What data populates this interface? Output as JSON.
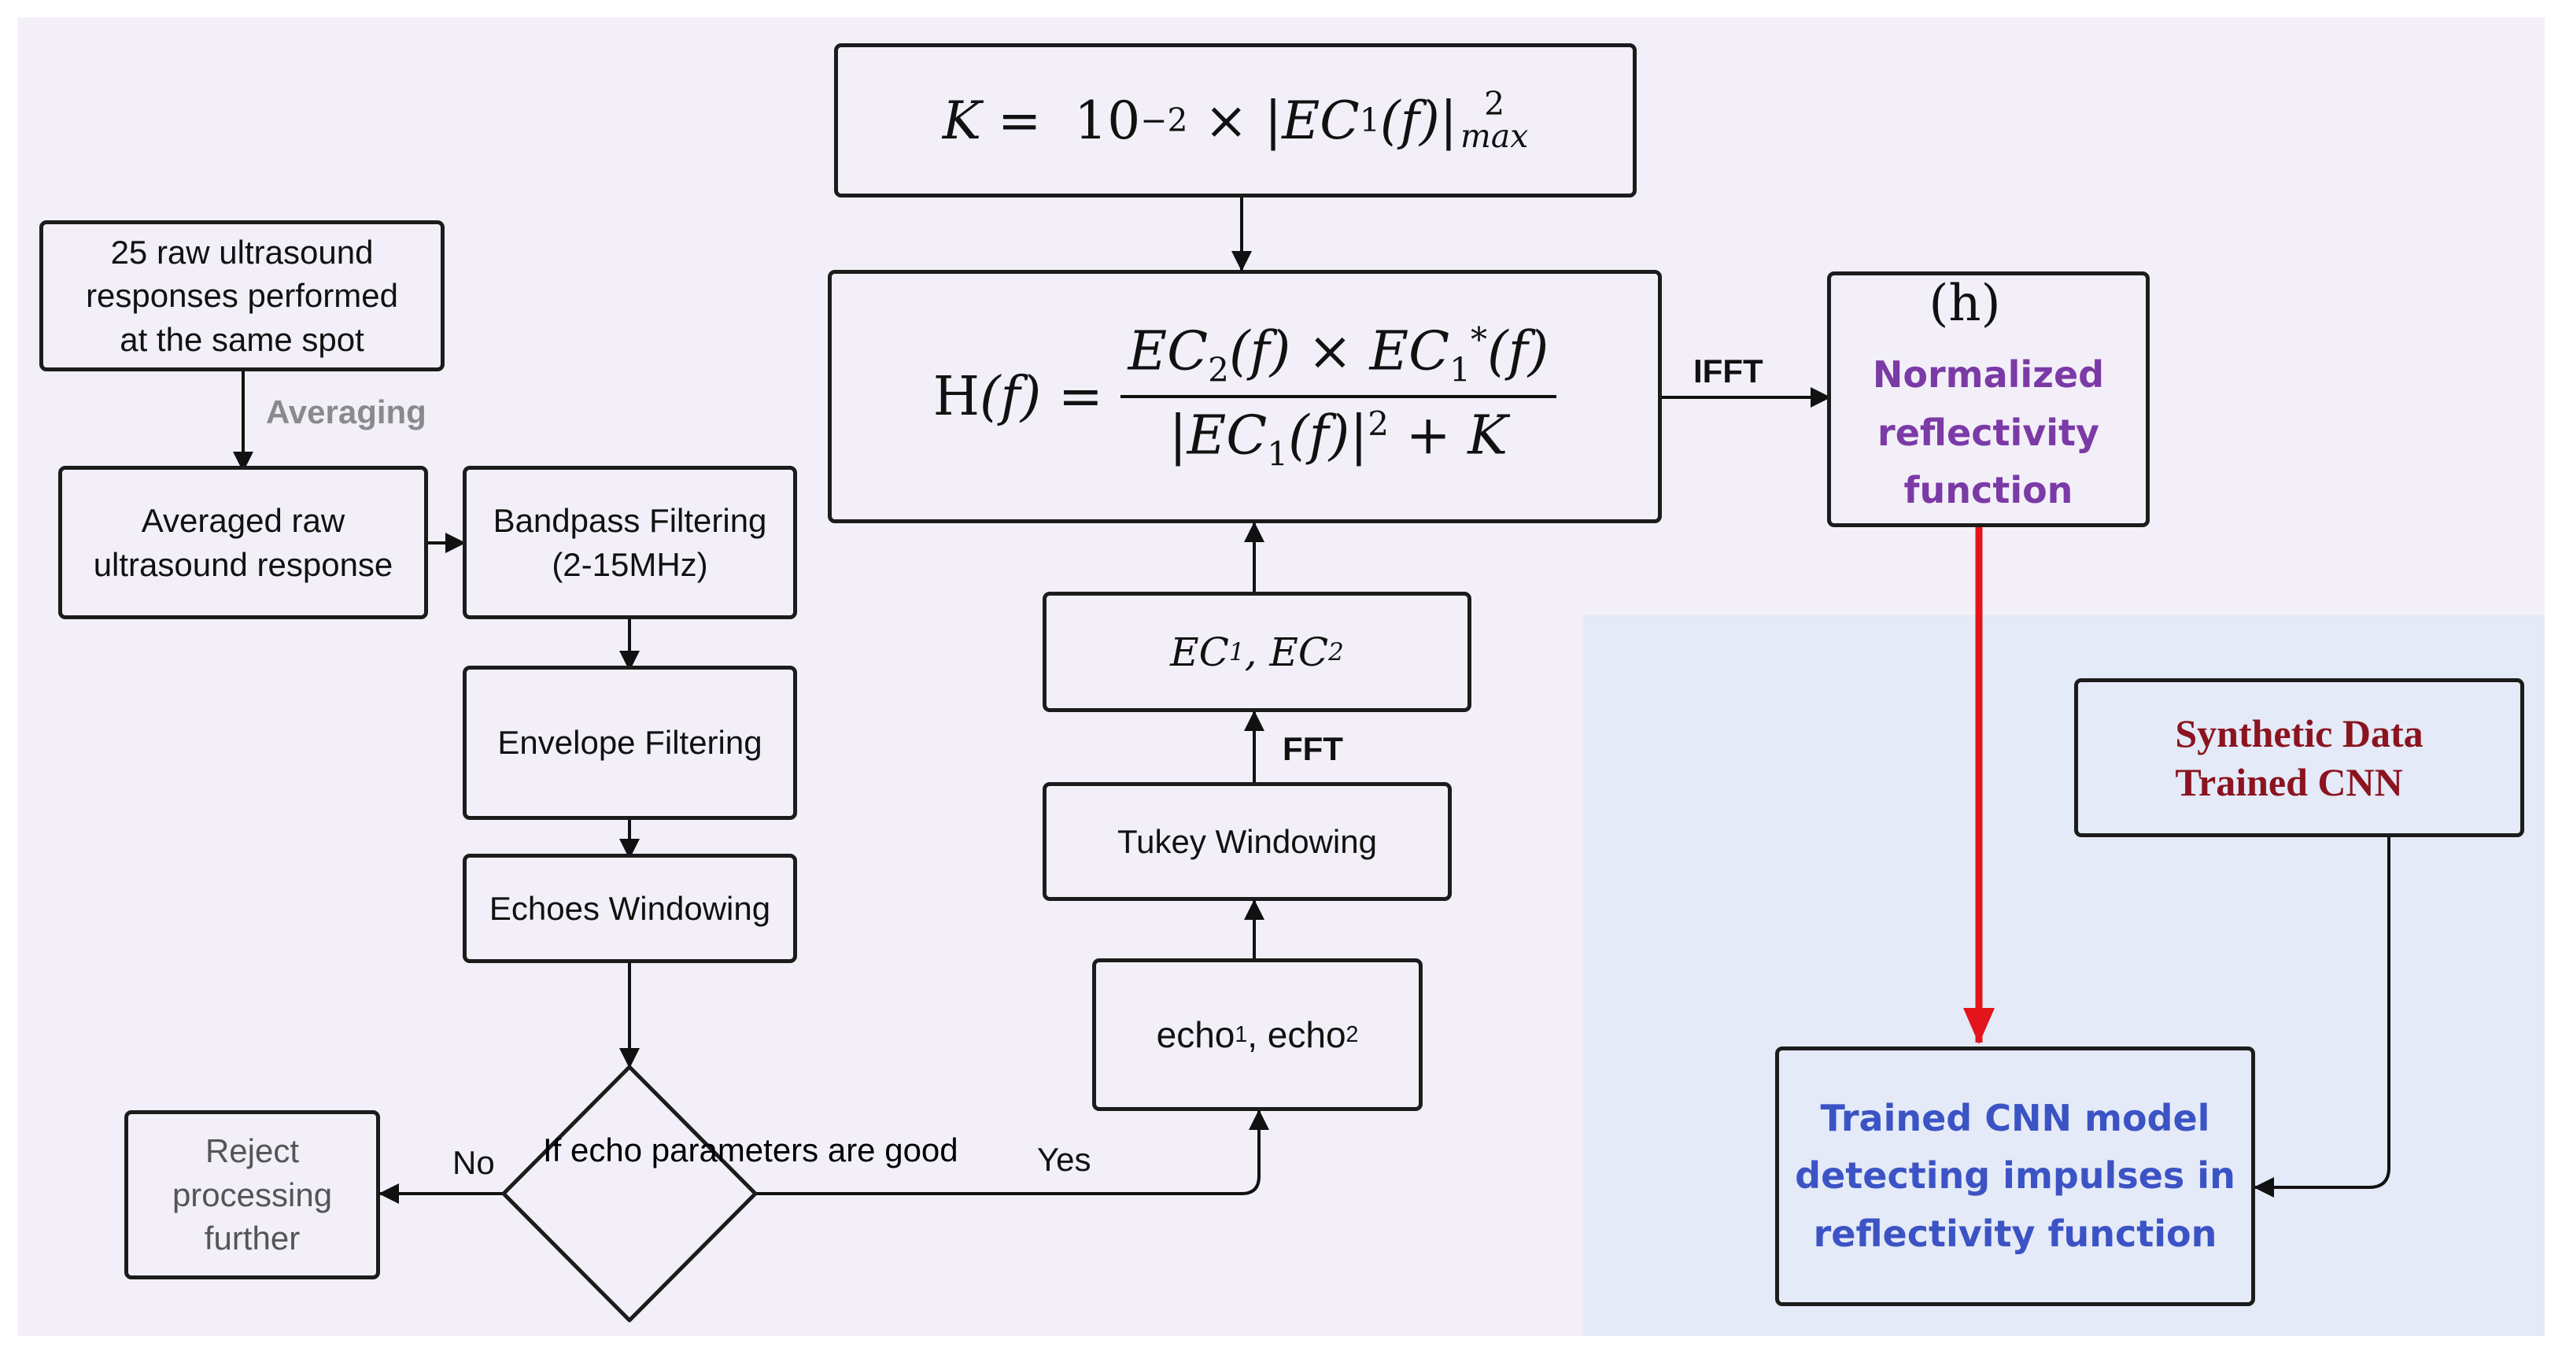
{
  "colors": {
    "background_left": "#f3eff8",
    "background_right": "#e4eaf7",
    "arrow_red": "#e3141b",
    "reflectivity_text": "#7b3aa6",
    "cnn_text": "#3b53c4",
    "synthetic_text": "#8b1420",
    "averaging_text": "#8a8a8a"
  },
  "nodes": {
    "raw_responses": "25 raw ultrasound\nresponses performed\nat the same spot",
    "averaging_label": "Averaging",
    "averaged_response": "Averaged raw\nultrasound response",
    "bandpass": "Bandpass Filtering\n(2-15MHz)",
    "envelope": "Envelope Filtering",
    "echoes_windowing": "Echoes Windowing",
    "decision": "If echo\nparameters\nare good",
    "no_label": "No",
    "yes_label": "Yes",
    "reject": "Reject\nprocessing\nfurther",
    "echo_pair": {
      "echo": "echo",
      "sub1": "1",
      "sep": ", ",
      "sub2": "2"
    },
    "tukey": "Tukey Windowing",
    "fft_label": "FFT",
    "ec_pair": {
      "ec": "EC",
      "sub1": "1",
      "sep": ", ",
      "sub2": "2"
    },
    "ifft_label": "IFFT",
    "h_symbol": "(h)",
    "reflectivity": "Normalized\nreflectivity\nfunction",
    "synthetic_cnn": "Synthetic Data\nTrained CNN",
    "trained_cnn": "Trained CNN model\ndetecting impulses in\nreflectivity function"
  },
  "formulas": {
    "k": {
      "lhs": "K",
      "eq": "=",
      "base": "10",
      "exp": "−2",
      "times": "×",
      "ec": "EC",
      "sub": "1",
      "arg": "(f)",
      "abs": "|",
      "sup": "2",
      "subscript": "max"
    },
    "h": {
      "lhs": "H",
      "arg": "(f)",
      "eq": "=",
      "num_ec2": "EC",
      "num_sub2": "2",
      "num_f": "(f)",
      "times": "×",
      "num_ec1": "EC",
      "num_sub1": "1",
      "num_conj": "*",
      "num_f2": "(f)",
      "den_abs": "|",
      "den_ec": "EC",
      "den_sub": "1",
      "den_f": "(f)",
      "den_sq": "2",
      "den_plus": "+",
      "den_k": "K"
    }
  }
}
